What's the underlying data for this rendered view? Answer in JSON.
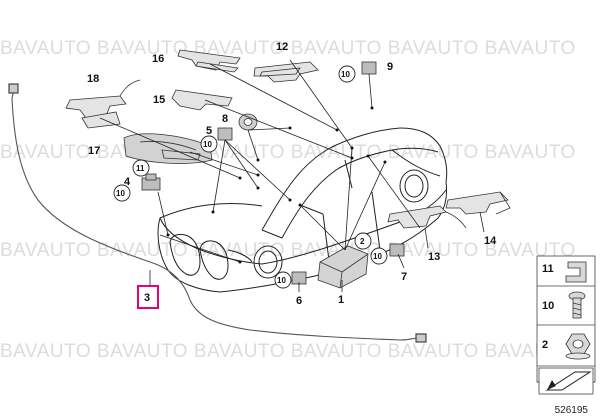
{
  "watermark": "BAVAUTO",
  "figure_number": "526195",
  "main_labels": [
    {
      "id": "1",
      "label": "1"
    },
    {
      "id": "3",
      "label": "3",
      "highlight": true
    },
    {
      "id": "4",
      "label": "4"
    },
    {
      "id": "5",
      "label": "5"
    },
    {
      "id": "6",
      "label": "6"
    },
    {
      "id": "7",
      "label": "7"
    },
    {
      "id": "8",
      "label": "8"
    },
    {
      "id": "9",
      "label": "9"
    },
    {
      "id": "12",
      "label": "12"
    },
    {
      "id": "13",
      "label": "13"
    },
    {
      "id": "14",
      "label": "14"
    },
    {
      "id": "15",
      "label": "15"
    },
    {
      "id": "16",
      "label": "16"
    },
    {
      "id": "17",
      "label": "17"
    },
    {
      "id": "18",
      "label": "18"
    }
  ],
  "callout_circles": [
    "10",
    "10",
    "10",
    "10",
    "10",
    "11",
    "2"
  ],
  "side_legend": [
    {
      "label": "11",
      "part": "clip"
    },
    {
      "label": "10",
      "part": "screw"
    },
    {
      "label": "2",
      "part": "nut"
    }
  ],
  "highlight_color": "#e6007e"
}
